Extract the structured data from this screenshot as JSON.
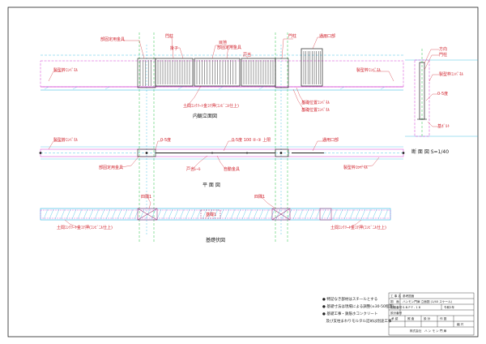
{
  "drawing": {
    "elevation_title": "内観立面図",
    "plan_title": "平 面 図",
    "foundation_title": "基礎伏図",
    "section_title": "断 面 図 S=1/40"
  },
  "labels": {
    "el_bracket_left": "部固定用金具",
    "el_gate_post": "門柱",
    "el_latch": "掛子",
    "el_guard": "目地",
    "el_bracket_mid": "部固定用金具",
    "el_stopper": "戸当",
    "el_gate_post_right": "門柱",
    "el_opening": "通用口部",
    "el_mortar_left": "製型枠ｺﾝﾊﾟﾈﾙ",
    "el_mortar_right": "製型枠ｺﾝﾊﾟﾈﾙ",
    "el_concrete": "土間ｺﾝｸﾘｰﾄ金ｺﾃ押(ｺﾝﾋﾞﾆﾙ仕上)",
    "el_vent1": "基礎位置ｺﾝﾊﾟﾈﾙ",
    "el_vent2": "基礎位置ｺﾝﾊﾟﾈﾙ",
    "plan_mortar_left": "製型枠ｺﾝﾊﾟﾈﾙ",
    "plan_dim_a": "0-5度",
    "plan_dim_b": "0-5度 100 ②-③ 上限",
    "plan_opening": "通用口部",
    "plan_bracket": "部固定用金具",
    "plan_rail": "戸当ﾚｰﾙ",
    "plan_fix": "自動金具",
    "plan_mortar_right": "製型枠ｺﾝﾊﾟﾈﾙ",
    "fd_left_tag": "四隅1",
    "fd_right_tag": "四隅1",
    "fd_concrete_left": "土間ｺﾝｸﾘｰﾄ金ｺﾃ押(ｺﾝﾋﾞﾆﾙ仕上)",
    "fd_mid": "基礎1",
    "fd_concrete_right": "土間ｺﾝｸﾘｰﾄ金ｺﾃ押(ｺﾝﾋﾞﾆﾙ仕上)",
    "sec_a": "方向",
    "sec_b": "門柱",
    "sec_c": "製型枠ｺﾝﾊﾟﾈﾙ",
    "sec_d": "0-5度",
    "sec_e": "基ﾎﾞﾙﾄ"
  },
  "notes": [
    "● 特記なき部材はスチールとする",
    "● 基礎寸法は現場による調整(±30-50程度)",
    "● 基礎工事・鉄筋ホコンクリート",
    "　及び支柱まわりモルタル詰めは別途工事"
  ],
  "title_block": {
    "rows": [
      [
        "工 事 名",
        "参考図面"
      ],
      [
        "図　面",
        "ハンモン門扉 立面図 (1/40 スケール)"
      ],
      [
        "図面番号",
        "S-N P F - 1 8",
        "令和2年"
      ],
      [
        "設計番号",
        ""
      ],
      [
        "承 認",
        "照 査",
        "設 計",
        "作 図"
      ],
      [
        "",
        "",
        "",
        "",
        "縮 尺"
      ],
      [
        "株式会社　ハ ン モ ン 門 扉"
      ]
    ]
  },
  "colors": {
    "magenta": "#d23cd2",
    "cyan": "#22b4e0",
    "green": "#20c040",
    "red": "#d0202a",
    "black": "#202020",
    "hatch": "#a04080"
  }
}
